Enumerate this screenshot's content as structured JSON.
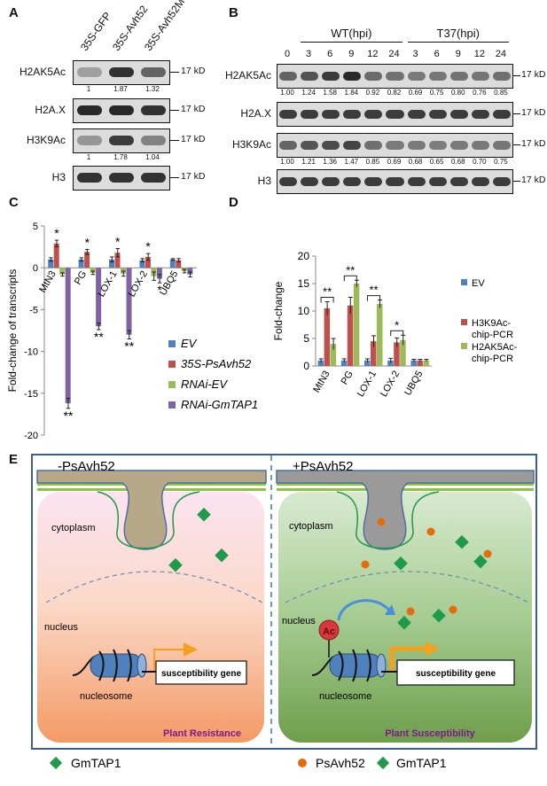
{
  "panelA": {
    "label": "A",
    "lanes": [
      "35S-GFP",
      "35S-Avh52",
      "35S-Avh52M4"
    ],
    "rows": [
      {
        "name": "H2AK5Ac",
        "kd": "17 kD",
        "quant": [
          "1",
          "1.87",
          "1.32"
        ],
        "levels": [
          0.3,
          0.85,
          0.6
        ]
      },
      {
        "name": "H2A.X",
        "kd": "17 kD",
        "quant": [],
        "levels": [
          0.9,
          0.9,
          0.85
        ]
      },
      {
        "name": "H3K9Ac",
        "kd": "17 kD",
        "quant": [
          "1",
          "1.78",
          "1.04"
        ],
        "levels": [
          0.35,
          0.8,
          0.45
        ]
      },
      {
        "name": "H3",
        "kd": "17 kD",
        "quant": [],
        "levels": [
          0.85,
          0.85,
          0.85
        ]
      }
    ]
  },
  "panelB": {
    "label": "B",
    "group_wt": "WT(hpi)",
    "group_t37": "T37(hpi)",
    "timepoints": [
      "0",
      "3",
      "6",
      "9",
      "12",
      "24",
      "3",
      "6",
      "9",
      "12",
      "24"
    ],
    "rows": [
      {
        "name": "H2AK5Ac",
        "kd": "17 kD",
        "quant": [
          "1.00",
          "1.24",
          "1.58",
          "1.84",
          "0.92",
          "0.82",
          "0.69",
          "0.75",
          "0.80",
          "0.76",
          "0.85"
        ]
      },
      {
        "name": "H2A.X",
        "kd": "17 kD",
        "quant": []
      },
      {
        "name": "H3K9Ac",
        "kd": "17 kD",
        "quant": [
          "1.00",
          "1.21",
          "1.36",
          "1.47",
          "0.85",
          "0.69",
          "0.68",
          "0.65",
          "0.68",
          "0.70",
          "0.75"
        ]
      },
      {
        "name": "H3",
        "kd": "17 kD",
        "quant": []
      }
    ]
  },
  "panelC": {
    "label": "C",
    "ylabel": "Fold-change of transcripts",
    "chart_data": {
      "type": "bar",
      "categories": [
        "MtN3",
        "PG",
        "LOX-1",
        "LOX-2",
        "UBQ5"
      ],
      "series": [
        {
          "name": "EV",
          "values": [
            1,
            1,
            1,
            0.9,
            1
          ],
          "err": [
            0.2,
            0.2,
            0.3,
            0.2,
            0.1
          ],
          "color": "#4f81bd"
        },
        {
          "name": "35S-PsAvh52",
          "values": [
            2.9,
            1.9,
            1.8,
            1.3,
            0.9
          ],
          "err": [
            0.4,
            0.3,
            0.5,
            0.4,
            0.2
          ],
          "color": "#c0504d"
        },
        {
          "name": "RNAi-EV",
          "values": [
            -0.8,
            -0.6,
            -0.7,
            -1.0,
            -0.4
          ],
          "err": [
            0.2,
            0.2,
            0.3,
            0.5,
            0.2
          ],
          "color": "#9bbb59"
        },
        {
          "name": "RNAi-GmTAP1",
          "values": [
            -16.2,
            -7.0,
            -8.0,
            -1.3,
            -0.8
          ],
          "err": [
            0.6,
            0.4,
            0.5,
            0.5,
            0.3
          ],
          "color": "#8064a2"
        }
      ],
      "ylim": [
        -20,
        5
      ],
      "yticks": [
        "5",
        "0",
        "-5",
        "-10",
        "-15",
        "-20"
      ],
      "stars": [
        {
          "cat": 0,
          "series": 1,
          "text": "*"
        },
        {
          "cat": 0,
          "series": 3,
          "text": "**"
        },
        {
          "cat": 1,
          "series": 1,
          "text": "*"
        },
        {
          "cat": 1,
          "series": 3,
          "text": "**"
        },
        {
          "cat": 2,
          "series": 1,
          "text": "*"
        },
        {
          "cat": 2,
          "series": 3,
          "text": "**"
        },
        {
          "cat": 3,
          "series": 1,
          "text": "*"
        },
        {
          "cat": 3,
          "series": 3,
          "text": "*"
        }
      ]
    }
  },
  "panelD": {
    "label": "D",
    "ylabel": "Fold-change",
    "legend": [
      "EV",
      "H3K9Ac-chip-PCR",
      "H2AK5Ac-chip-PCR"
    ],
    "chart_data": {
      "type": "bar",
      "categories": [
        "MtN3",
        "PG",
        "LOX-1",
        "LOX-2",
        "UBQ5"
      ],
      "series": [
        {
          "name": "EV",
          "values": [
            1,
            1,
            1,
            1,
            1
          ],
          "err": [
            0.3,
            0.3,
            0.3,
            0.4,
            0.2
          ],
          "color": "#4f81bd"
        },
        {
          "name": "H3K9Ac-chip-PCR",
          "values": [
            10.5,
            11,
            4.5,
            4.3,
            1
          ],
          "err": [
            1.2,
            1.5,
            1.0,
            0.8,
            0.2
          ],
          "color": "#c0504d"
        },
        {
          "name": "H2AK5Ac-chip-PCR",
          "values": [
            4,
            15,
            11.3,
            4.7,
            1
          ],
          "err": [
            1.0,
            0.6,
            0.7,
            0.9,
            0.2
          ],
          "color": "#9bbb59"
        }
      ],
      "ylim": [
        0,
        20
      ],
      "yticks": [
        "0",
        "5",
        "10",
        "15",
        "20"
      ],
      "brackets": [
        {
          "cat": 0,
          "text": "**"
        },
        {
          "cat": 1,
          "text": "**"
        },
        {
          "cat": 2,
          "text": "**"
        },
        {
          "cat": 3,
          "text": "*"
        }
      ]
    }
  },
  "panelE": {
    "label": "E",
    "left": {
      "title": "-PsAvh52",
      "cytoplasm": "cytoplasm",
      "nucleus": "nucleus",
      "gene": "susceptibility gene",
      "nucleosome": "nucleosome",
      "outcome": "Plant Resistance",
      "legend_gmtap1": "GmTAP1"
    },
    "right": {
      "title": "+PsAvh52",
      "cytoplasm": "cytoplasm",
      "nucleus": "nucleus",
      "ac": "Ac",
      "gene": "susceptibility gene",
      "nucleosome": "nucleosome",
      "outcome": "Plant Susceptibility",
      "legend_psavh52": "PsAvh52",
      "legend_gmtap1": "GmTAP1"
    },
    "colors": {
      "diamond": "#1f9a4a",
      "dot": "#e46c0a",
      "outcome": "#7a1a8c",
      "ac": "#d9373c"
    }
  }
}
